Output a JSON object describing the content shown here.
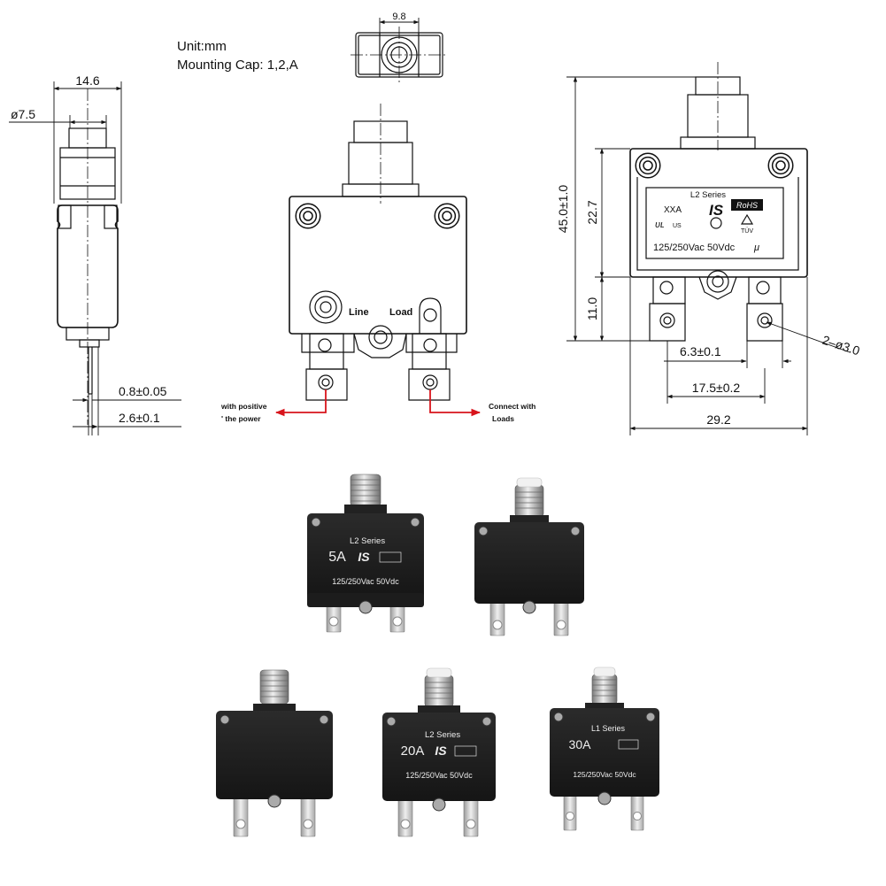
{
  "spec": {
    "unit": "Unit:mm",
    "mounting_cap": "Mounting Cap: 1,2,A"
  },
  "dims": {
    "d_width_top": "9.8",
    "d_side_width": "14.6",
    "d_cap_dia": "ø7.5",
    "d_pin_thick": "0.8±0.05",
    "d_pin_offset": "2.6±0.1",
    "d_height_total": "45.0±1.0",
    "d_height_body": "22.7",
    "d_height_term": "11.0",
    "d_hole_dia": "2–ø3.0",
    "d_tab_width": "6.3±0.1",
    "d_tab_spacing": "17.5±0.2",
    "d_overall_width": "29.2"
  },
  "front_view": {
    "line": "Line",
    "load": "Load",
    "note_left_1": "with positive",
    "note_left_2": "' the power",
    "note_right_1": "Connect with",
    "note_right_2": "Loads"
  },
  "label_drawing": {
    "series": "L2 Series",
    "rating": "XXA",
    "logo": "IS",
    "rohs": "RoHS",
    "ul": "ᴜʟ",
    "us": "US",
    "tuv": "TÜV",
    "voltage": "125/250Vac  50Vdc",
    "mu": "μ"
  },
  "products": [
    {
      "series": "L2  Series",
      "rating": "5A",
      "voltage": "125/250Vac  50Vdc"
    },
    {
      "series": "",
      "rating": "",
      "voltage": ""
    },
    {
      "series": "",
      "rating": "",
      "voltage": ""
    },
    {
      "series": "L2  Series",
      "rating": "20A",
      "voltage": "125/250Vac  50Vdc"
    },
    {
      "series": "L1 Series",
      "rating": "30A",
      "voltage": "125/250Vac  50Vdc"
    }
  ],
  "colors": {
    "arrow_red": "#d8141c",
    "body_black": "#1a1a1a",
    "metal": "#b9b9b9"
  }
}
